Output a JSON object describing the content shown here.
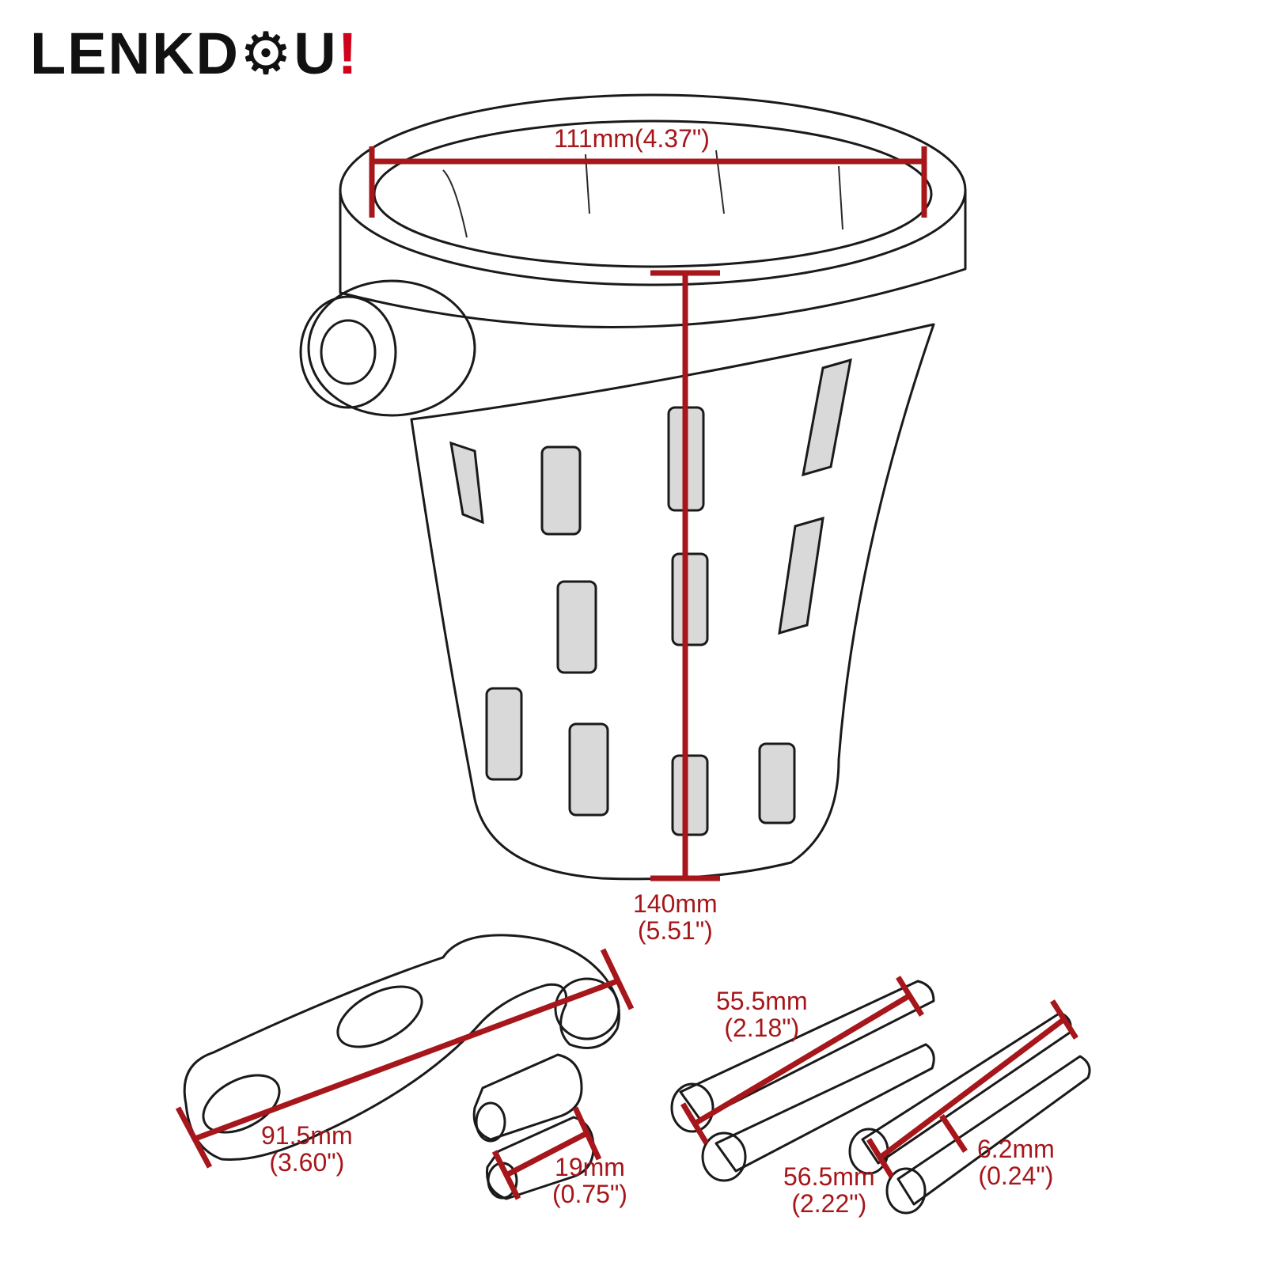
{
  "logo": {
    "text_start": "LENKD",
    "text_mid": "O",
    "text_end": "U",
    "accent_mark": "!"
  },
  "colors": {
    "dimension": "#a6161a",
    "logo_accent": "#d0021b",
    "outline": "#1a1a1a"
  },
  "dimensions": {
    "cup_diameter": {
      "metric": "111mm(4.37\")"
    },
    "cup_height": {
      "metric": "140mm",
      "imperial": "(5.51\")"
    },
    "bracket_length": {
      "metric": "91.5mm",
      "imperial": "(3.60\")"
    },
    "spacer_length": {
      "metric": "19mm",
      "imperial": "(0.75\")"
    },
    "bolt_long": {
      "metric": "55.5mm",
      "imperial": "(2.18\")"
    },
    "bolt_medium": {
      "metric": "56.5mm",
      "imperial": "(2.22\")"
    },
    "bolt_diameter": {
      "metric": "6.2mm",
      "imperial": "(0.24\")"
    }
  }
}
